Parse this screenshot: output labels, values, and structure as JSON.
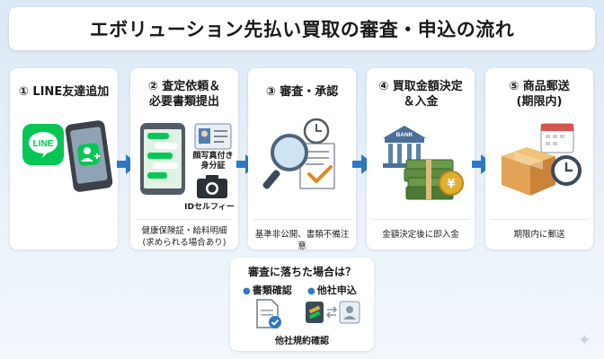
{
  "title": "エボリューション先払い買取の審査・申込の流れ",
  "steps": [
    {
      "title": "① LINE友達追加",
      "icon": "line-logo-icon",
      "icon2": "phone-add-user-icon",
      "footer": ""
    },
    {
      "title": "② 査定依頼＆\n必要書類提出",
      "icon": "chat-phone-icon",
      "id_label": "顔写真付き\n身分証",
      "selfie_label": "IDセルフィー",
      "footer": "健康保険証・給料明細\n(求められる場合あり)"
    },
    {
      "title": "③ 審査・承認",
      "icon": "review-magnifier-icon",
      "footer": "基準非公開、書類不備注意"
    },
    {
      "title": "④ 買取金額決定\n＆入金",
      "icon": "bank-money-icon",
      "bank_text": "BANK",
      "yen_text": "¥",
      "footer": "金額決定後に即入金"
    },
    {
      "title": "⑤ 商品郵送\n(期限内)",
      "icon": "package-clock-icon",
      "footer": "期限内に郵送"
    }
  ],
  "note": {
    "title": "審査に落ちた場合は？",
    "options": [
      "書類確認",
      "他社申込"
    ],
    "footer": "他社規約確認"
  },
  "colors": {
    "accent": "#2f79c4",
    "line_green": "#06c755",
    "money_green": "#4c7a34",
    "gold": "#e2ae2f"
  }
}
